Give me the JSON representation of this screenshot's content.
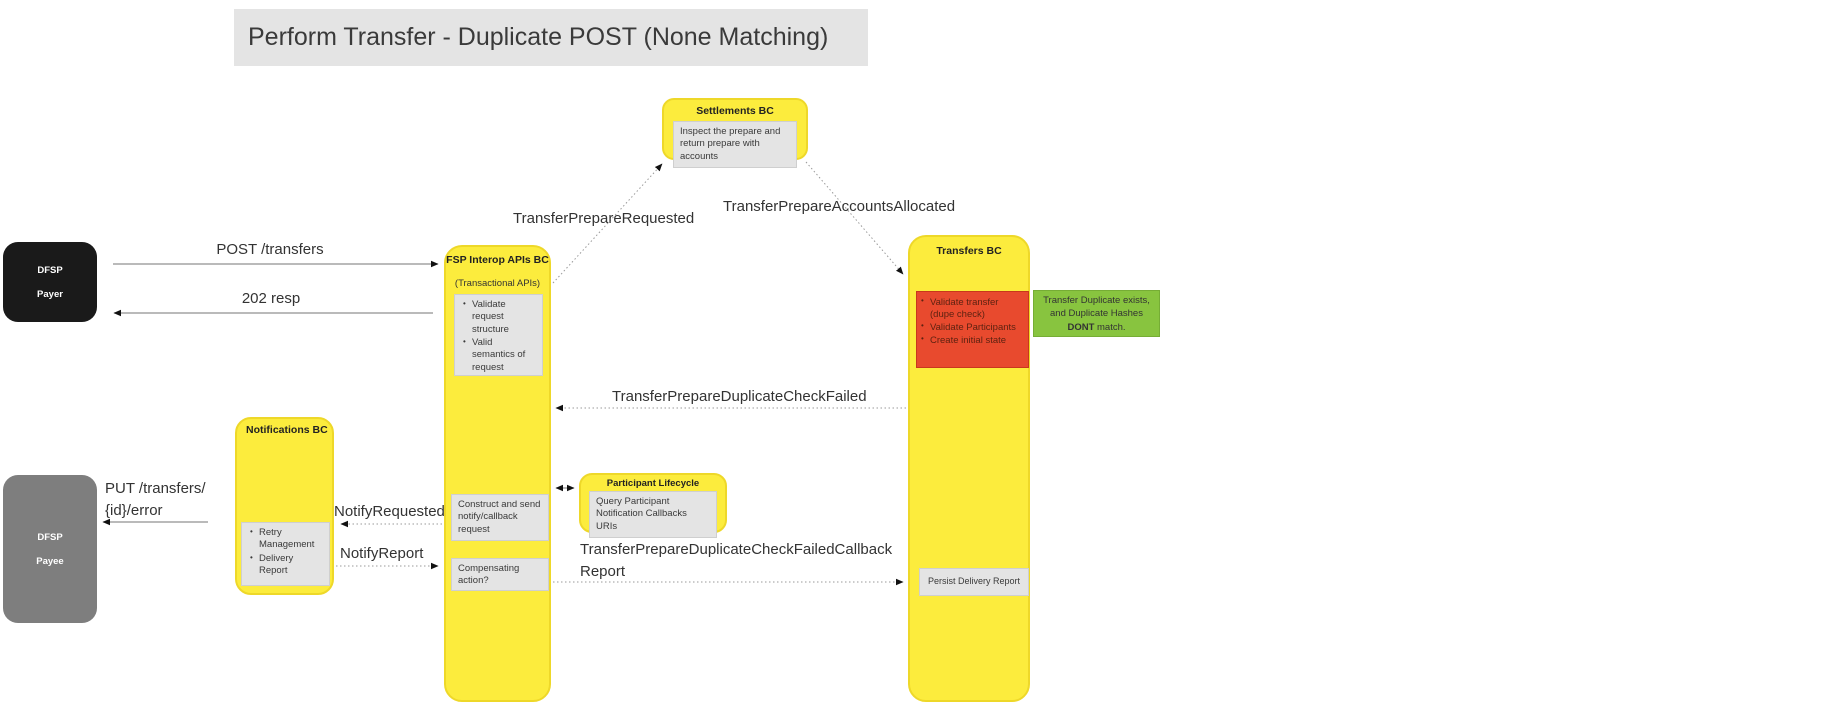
{
  "title": "Perform Transfer - Duplicate POST (None Matching)",
  "actors": {
    "payer": {
      "line1": "DFSP",
      "line2": "Payer"
    },
    "payee": {
      "line1": "DFSP",
      "line2": "Payee"
    }
  },
  "components": {
    "settlements": {
      "title": "Settlements BC",
      "note": "Inspect the prepare and return prepare with accounts"
    },
    "fsp_interop": {
      "title": "FSP Interop APIs BC",
      "subtitle": "(Transactional APIs)",
      "validate_items": [
        "Validate request structure",
        "Valid semantics of request"
      ],
      "construct_note": "Construct and send notify/callback request",
      "compensating_note": "Compensating action?"
    },
    "transfers": {
      "title": "Transfers BC",
      "validate_items": [
        "Validate transfer (dupe check)",
        "Validate Participants",
        "Create initial state"
      ],
      "persist_note": "Persist Delivery Report"
    },
    "notifications": {
      "title": "Notifications BC",
      "items": [
        "Retry Management",
        "Delivery Report"
      ]
    },
    "participant_lifecycle": {
      "title": "Participant Lifecycle",
      "note": "Query Participant Notification Callbacks URIs"
    },
    "duplicate_note": {
      "line1": "Transfer Duplicate exists,",
      "line2": "and Duplicate Hashes",
      "bold": "DONT",
      "line3_rest": " match."
    }
  },
  "messages": {
    "post_transfers": "POST /transfers",
    "resp_202": "202 resp",
    "transfer_prepare_requested": "TransferPrepareRequested",
    "transfer_prepare_accounts_allocated": "TransferPrepareAccountsAllocated",
    "transfer_prepare_duplicate_check_failed": "TransferPrepareDuplicateCheckFailed",
    "put_transfers_line1": "PUT /transfers/",
    "put_transfers_line2": "{id}/error",
    "notify_requested": "NotifyRequested",
    "notify_report": "NotifyReport",
    "callback_report_line1": "TransferPrepareDuplicateCheckFailedCallback",
    "callback_report_line2": "Report"
  },
  "colors": {
    "yellow": "#FCEC3D",
    "yellow-border": "#EED829",
    "note-bg": "#E4E4E4",
    "red": "#E84A2E",
    "green": "#88C43F",
    "actor-black": "#1A1A1A",
    "actor-gray": "#7E7E7E",
    "titlebar": "#E4E4E4",
    "ink": "#333333"
  }
}
